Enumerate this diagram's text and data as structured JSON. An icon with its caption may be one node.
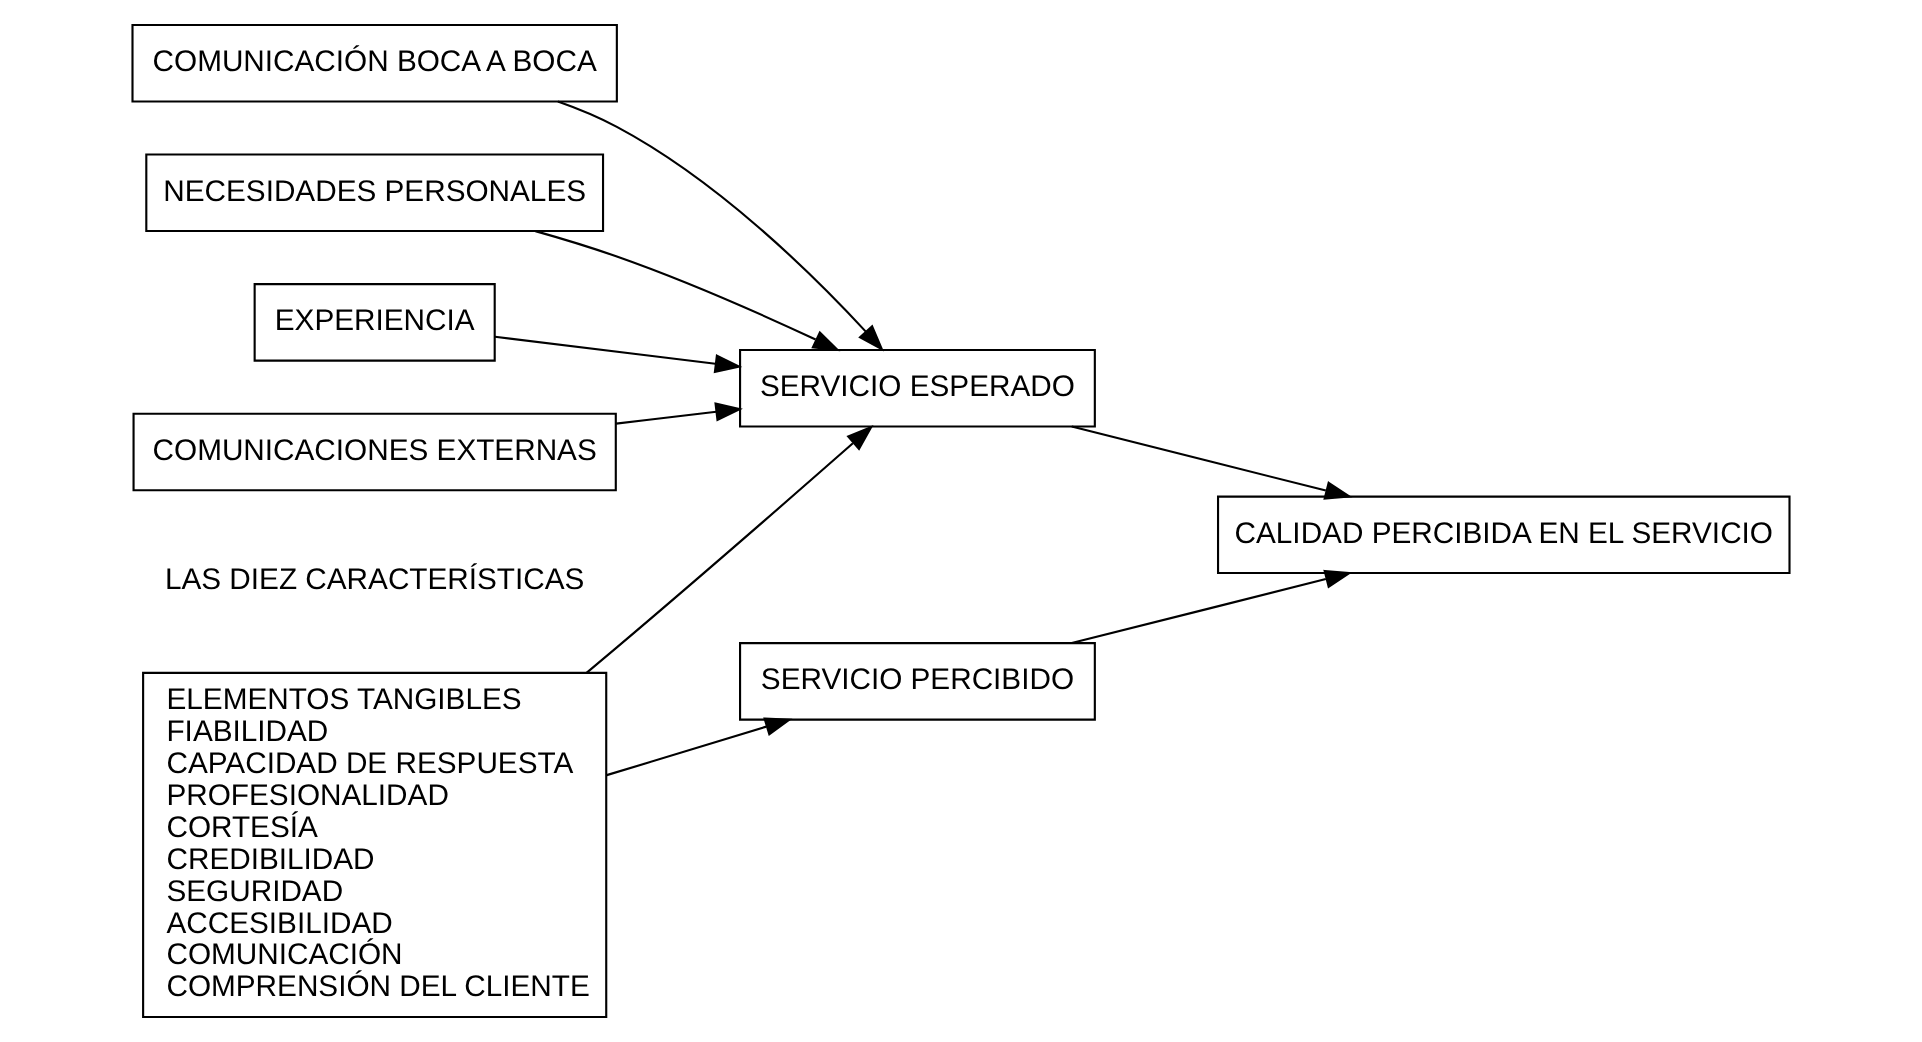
{
  "diagram": {
    "nodes": [
      {
        "text": [
          "ELEMENTOS TANGIBLES",
          "FIABILIDAD",
          "CAPACIDAD DE RESPUESTA",
          "PROFESIONALIDAD",
          "CORTESÍA",
          "CREDIBILIDAD",
          "SEGURIDAD",
          "ACCESIBILIDAD",
          "COMUNICACIÓN",
          "COMPRENSIÓN DEL CLIENTE"
        ],
        "beside": [
          "LAS DIEZ CARACTERÍSTICAS"
        ]
      },
      {
        "text": [
          "COMUNICACIÓN BOCA A BOCA"
        ]
      },
      {
        "text": [
          "NECESIDADES PERSONALES"
        ]
      },
      {
        "text": [
          "EXPERIENCIA"
        ]
      },
      {
        "text": [
          "COMUNICACIONES EXTERNAS"
        ]
      },
      {
        "text": [
          "SERVICIO ESPERADO"
        ]
      },
      {
        "text": [
          "SERVICIO PERCIBIDO"
        ]
      },
      {
        "text": [
          "CALIDAD PERCIBIDA EN EL SERVICIO"
        ]
      }
    ],
    "edges": [
      {
        "from": 1,
        "to": 5,
        "arrow": "to"
      },
      {
        "from": 2,
        "to": 5,
        "arrow": "to"
      },
      {
        "from": 3,
        "to": 5,
        "arrow": "to"
      },
      {
        "from": 4,
        "to": 5,
        "arrow": "to"
      },
      {
        "from": 0,
        "to": 5,
        "arrow": "to"
      },
      {
        "from": 0,
        "to": 6,
        "arrow": "to"
      },
      {
        "from": 5,
        "to": 7,
        "arrow": "to"
      },
      {
        "from": 6,
        "to": 7,
        "arrow": "to"
      }
    ]
  }
}
